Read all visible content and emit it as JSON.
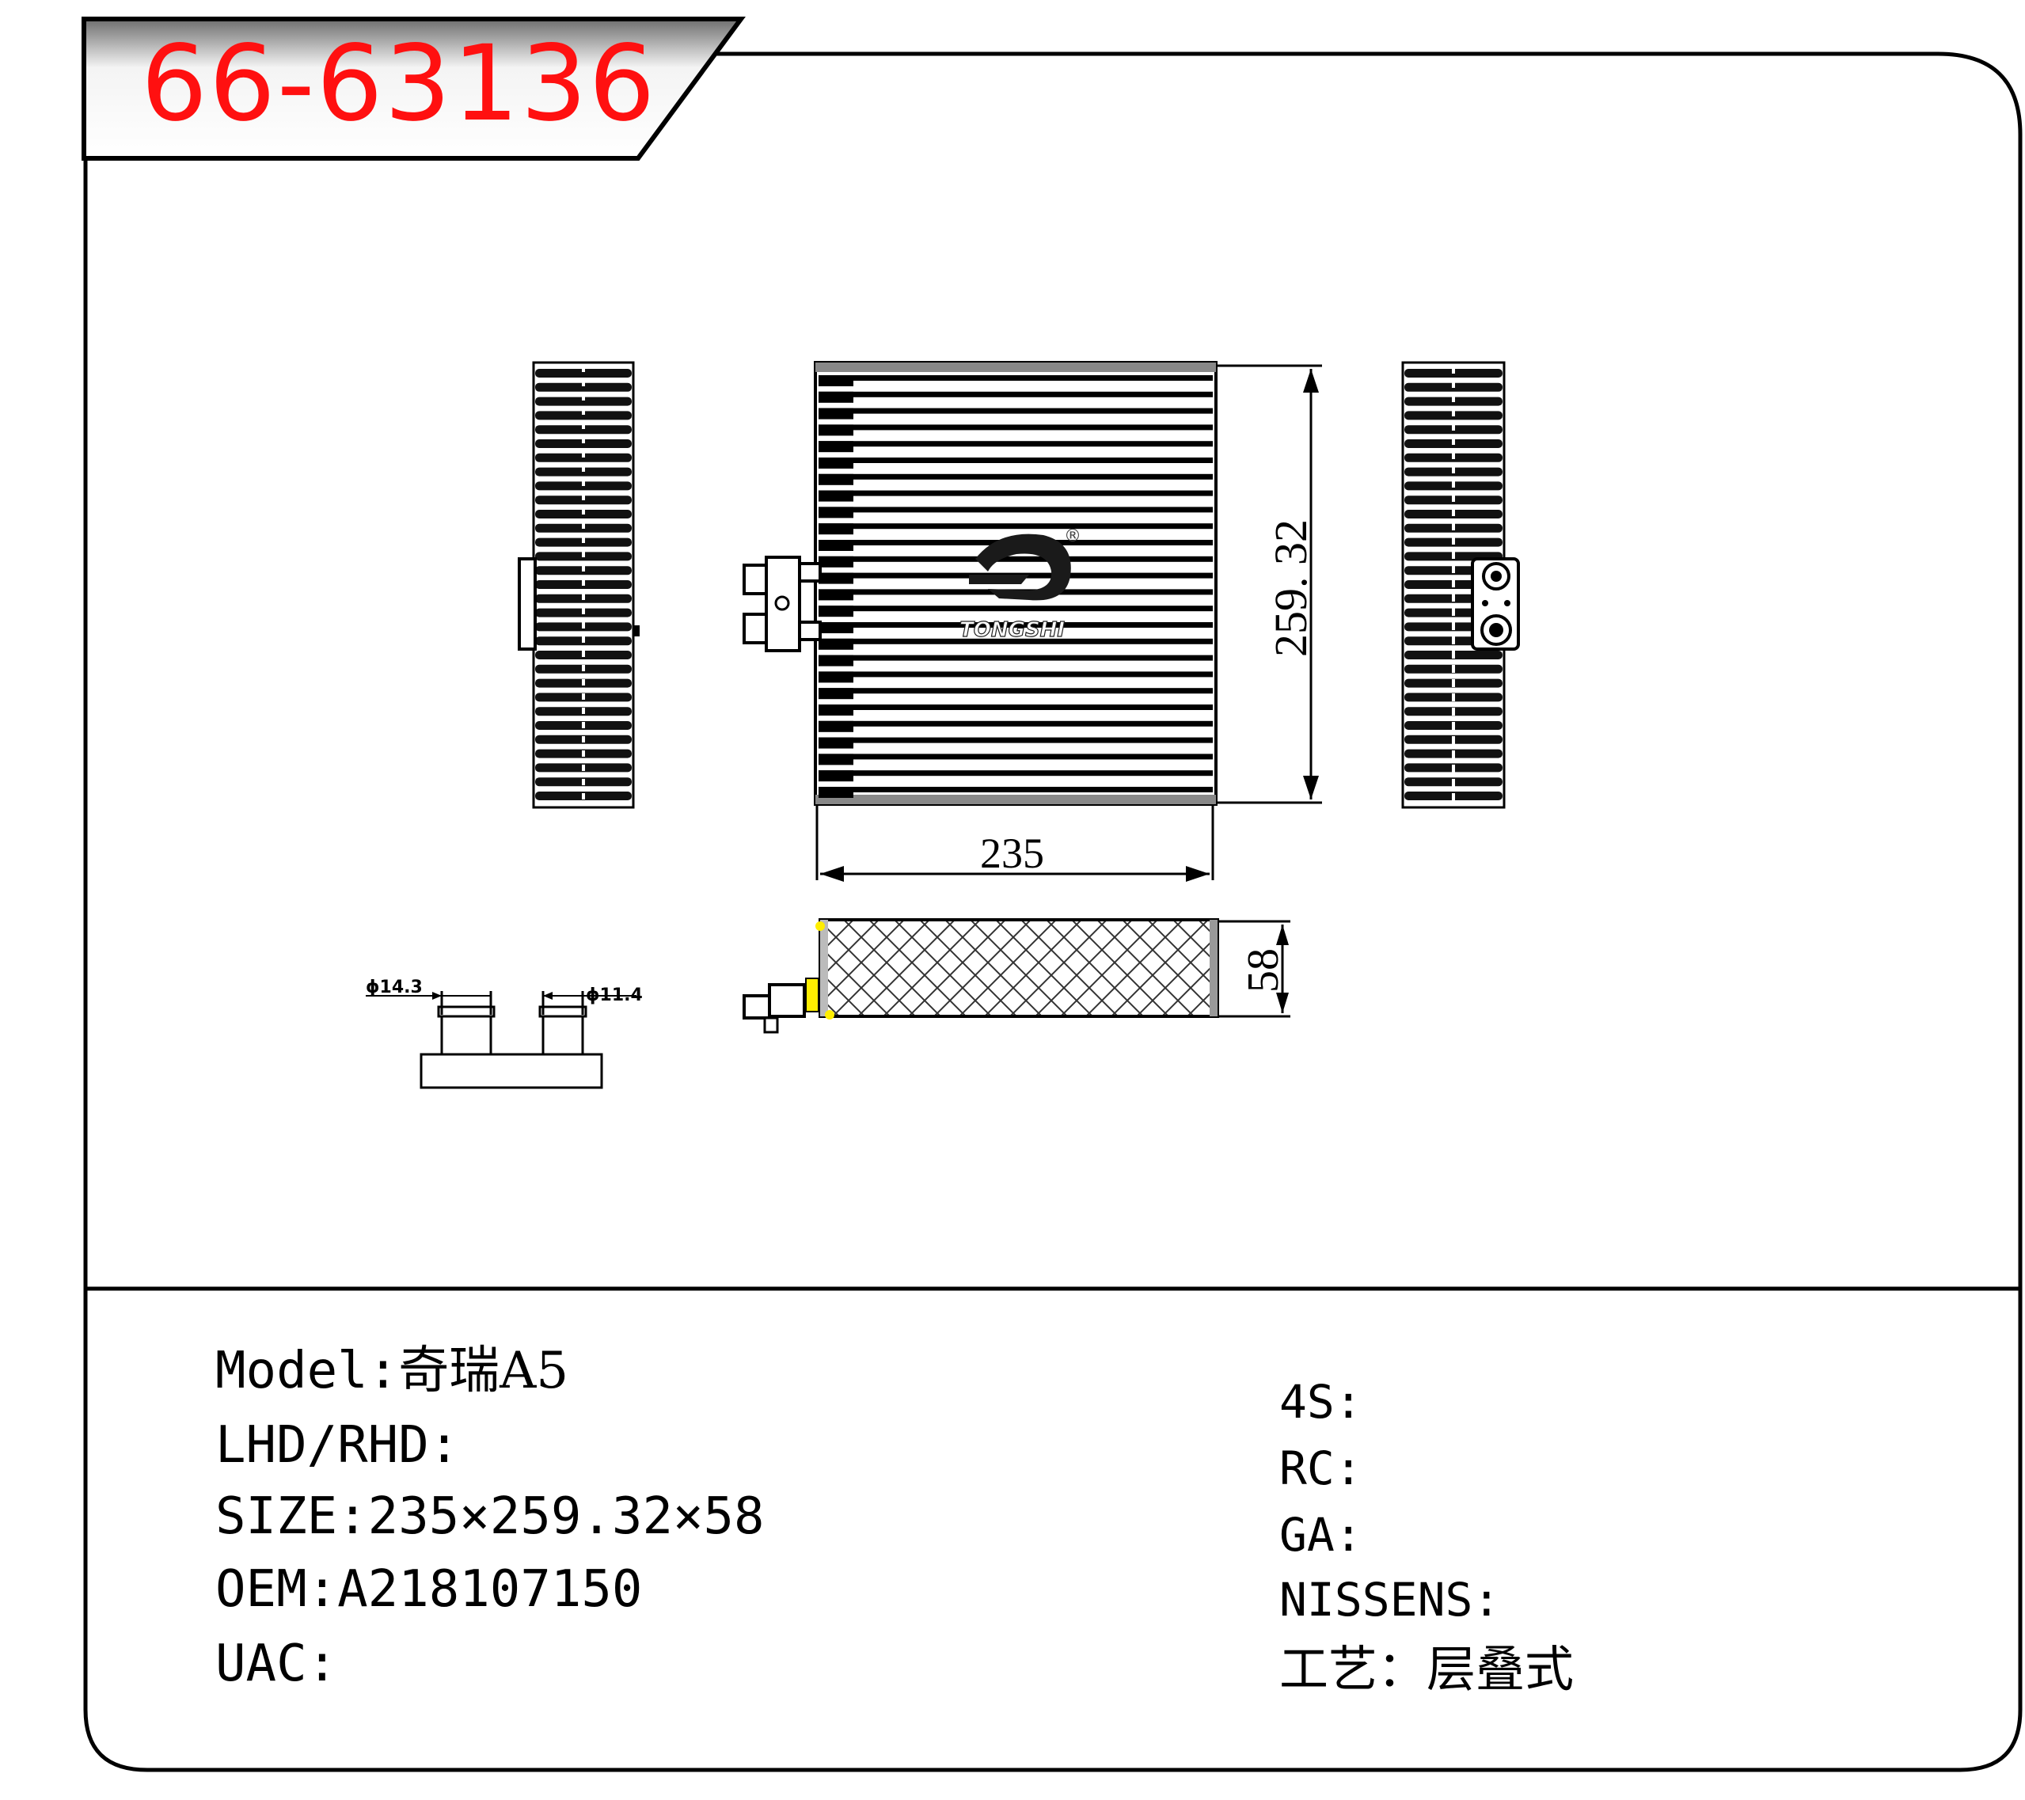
{
  "part_code": "66-63136",
  "brand": {
    "name": "TONGSHI",
    "registered": "®"
  },
  "dimensions": {
    "width": "235",
    "height": "259. 32",
    "depth": "58",
    "pipe_large": "ϕ14.3",
    "pipe_small": "ϕ11.4"
  },
  "specs_left": [
    {
      "label": "Model:",
      "value": "奇瑞A5"
    },
    {
      "label": "LHD/RHD:",
      "value": ""
    },
    {
      "label": "SIZE:",
      "value": "235×259.32×58"
    },
    {
      "label": "OEM:",
      "value": "A218107150"
    },
    {
      "label": "UAC:",
      "value": ""
    }
  ],
  "specs_right": [
    {
      "label": "4S:",
      "value": ""
    },
    {
      "label": "RC:",
      "value": ""
    },
    {
      "label": "GA:",
      "value": ""
    },
    {
      "label": "NISSENS:",
      "value": ""
    },
    {
      "label": "工艺：",
      "value": "层叠式"
    }
  ],
  "colors": {
    "code_red": "#ff1010",
    "line": "#000000",
    "connector_yellow": "#ffee00"
  }
}
